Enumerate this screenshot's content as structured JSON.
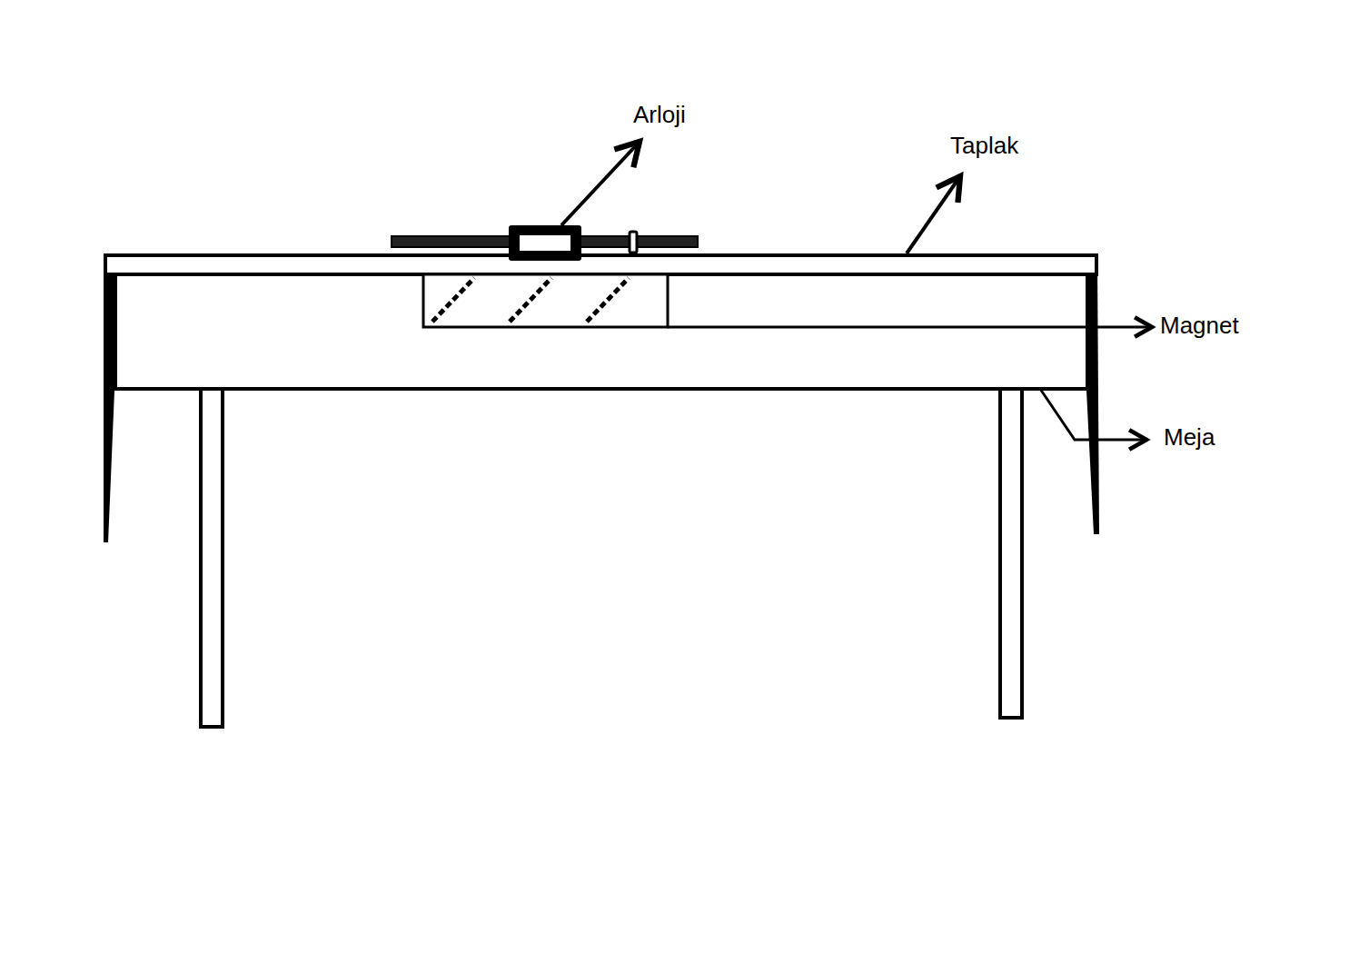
{
  "diagram": {
    "labels": [
      "Arloji",
      "Taplak",
      "Magnet",
      "Meja"
    ]
  }
}
